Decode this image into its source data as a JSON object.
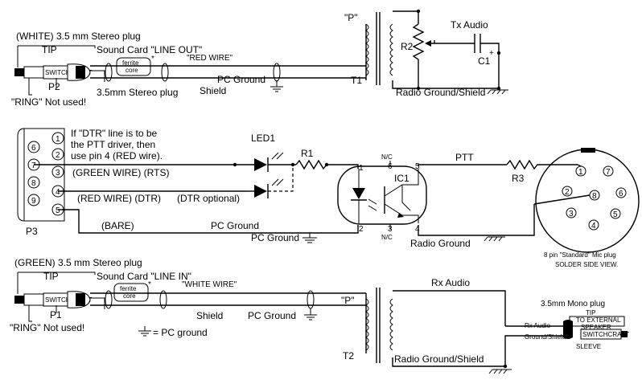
{
  "plug_top": {
    "title": "(WHITE) 3.5 mm Stereo plug",
    "tip": "TIP",
    "card": "Sound Card \"LINE OUT\"",
    "ferrite": "ferrite",
    "core": "core",
    "star": "*",
    "wire": "\"RED WIRE\"",
    "shield": "Shield",
    "pc_ground": "PC Ground",
    "name": "P2",
    "sub": "3.5mm Stereo plug",
    "ring": "\"RING\" Not used!"
  },
  "plug_bottom": {
    "title": "(GREEN) 3.5 mm Stereo plug",
    "tip": "TIP",
    "card": "Sound Card \"LINE IN\"",
    "ferrite": "ferrite",
    "core": "core",
    "star": "*",
    "wire": "\"WHITE WIRE\"",
    "shield": "Shield",
    "pc_ground": "PC Ground",
    "name": "P1",
    "ring": "\"RING\" Not used!"
  },
  "transformer_top": {
    "p": "\"P\"",
    "name": "T1"
  },
  "transformer_bottom": {
    "p": "\"P\"",
    "name": "T2"
  },
  "tx": {
    "audio": "Tx Audio",
    "r2": "R2",
    "c1": "C1",
    "plus": "+",
    "ground": "Radio Ground/Shield"
  },
  "rx": {
    "audio": "Rx Audio",
    "ground": "Radio Ground/Shield"
  },
  "serial": {
    "note_line1": "If \"DTR\" line is to be",
    "note_line2": "the PTT driver, then",
    "note_line3": "use pin 4 (RED wire).",
    "pins": [
      "6",
      "1",
      "2",
      "7",
      "3",
      "8",
      "4",
      "9",
      "5"
    ],
    "rts": "(GREEN WIRE) (RTS)",
    "dtr": "(RED WIRE) (DTR)",
    "dtr_opt": "(DTR optional)",
    "bare": "(BARE)",
    "pc_ground": "PC Ground",
    "pc_ground2": "PC Ground",
    "name": "P3"
  },
  "parts": {
    "led": "LED1",
    "r1": "R1",
    "ic": "IC1",
    "nc": "N/C",
    "r3": "R3"
  },
  "ic_pins": [
    "1",
    "6",
    "5",
    "2",
    "3",
    "4"
  ],
  "ptt": {
    "label": "PTT",
    "radio_ground": "Radio Ground"
  },
  "mic": {
    "pins": [
      "1",
      "7",
      "2",
      "8",
      "6",
      "3",
      "5",
      "4"
    ],
    "caption1": "8 pin \"Standard\" Mic plug",
    "caption2": "SOLDER SIDE VIEW."
  },
  "mono": {
    "title": "3.5mm Mono plug",
    "tip": "TIP",
    "to": "TO EXTERNAL",
    "speaker": "SPEAKER",
    "rx_audio": "Rx Audio",
    "ground": "Ground/Shield",
    "sleeve": "SLEEVE"
  },
  "legend": "= PC ground"
}
